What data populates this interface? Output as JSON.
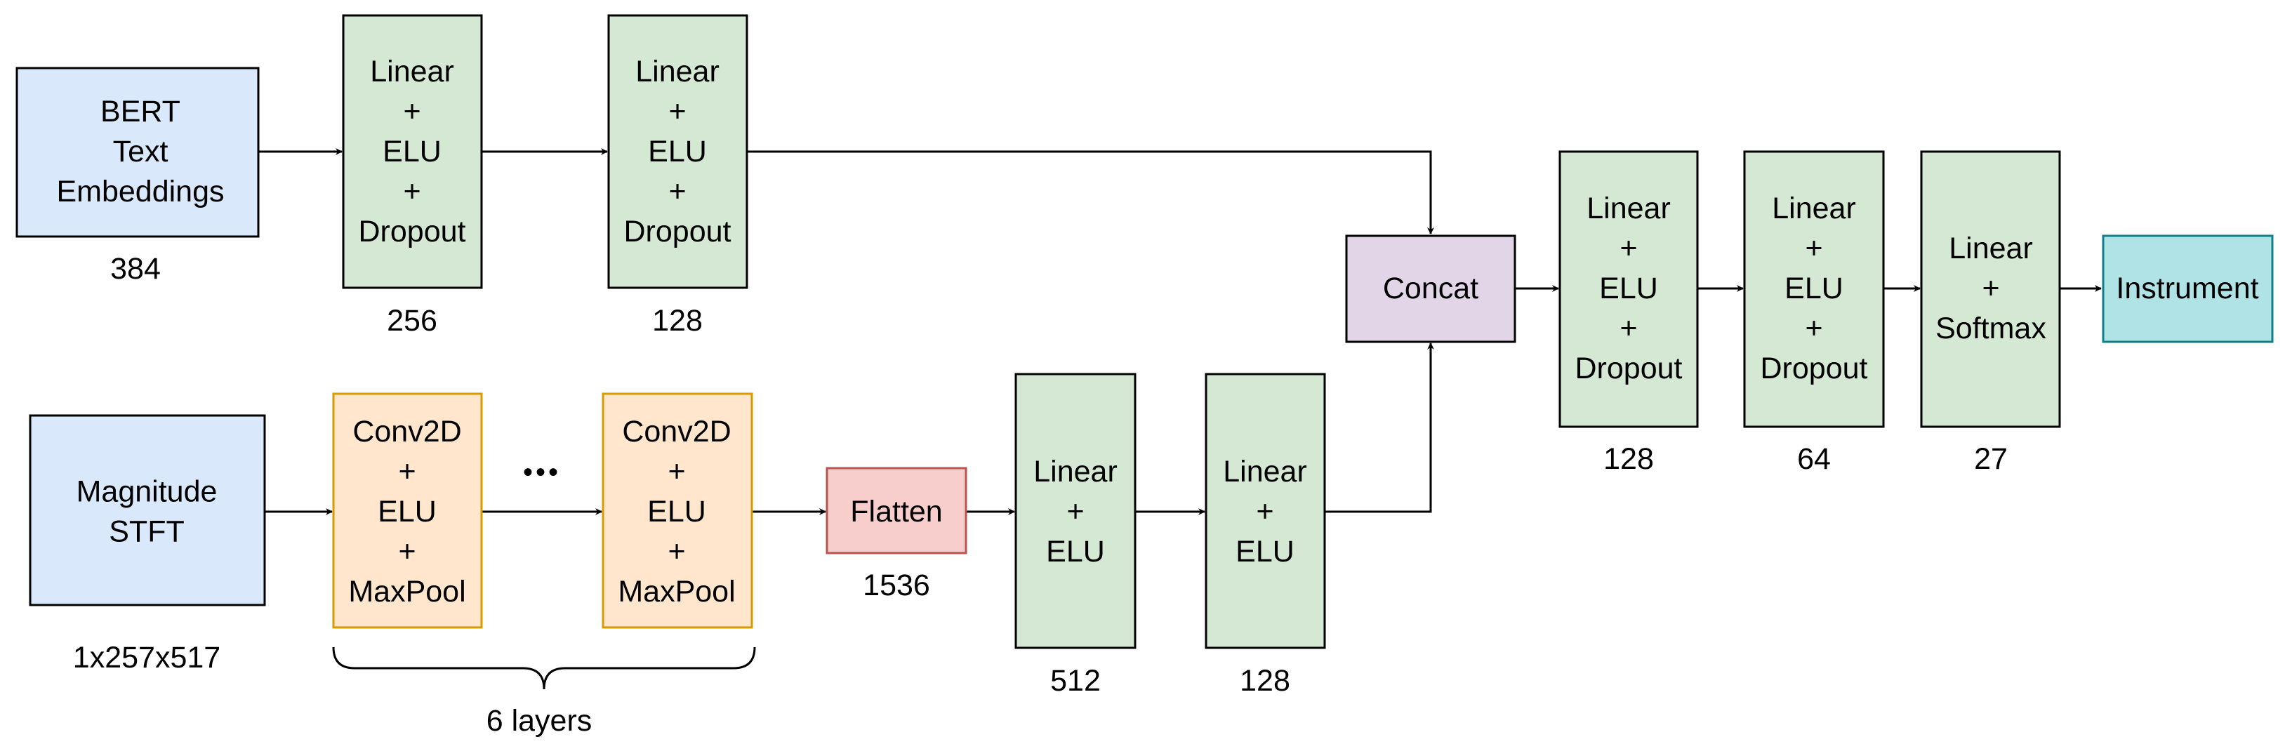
{
  "colors": {
    "input_fill": "#dae8fc",
    "input_stroke": "#000000",
    "linear_fill": "#d5e8d4",
    "linear_stroke": "#000000",
    "conv_fill": "#ffe6cc",
    "conv_stroke": "#d79b00",
    "flatten_fill": "#f8cecc",
    "flatten_stroke": "#b85450",
    "concat_fill": "#e1d5e7",
    "concat_stroke": "#000000",
    "output_fill": "#b0e3e6",
    "output_stroke": "#0e8088",
    "edge": "#000000"
  },
  "nodes": {
    "bert": {
      "lines": [
        "BERT",
        "Text",
        "Embeddings"
      ],
      "dim": "384"
    },
    "text_l1": {
      "lines": [
        "Linear",
        "+",
        "ELU",
        "+",
        "Dropout"
      ],
      "dim": "256"
    },
    "text_l2": {
      "lines": [
        "Linear",
        "+",
        "ELU",
        "+",
        "Dropout"
      ],
      "dim": "128"
    },
    "stft": {
      "lines": [
        "Magnitude",
        "STFT"
      ],
      "dim": "1x257x517"
    },
    "conv1": {
      "lines": [
        "Conv2D",
        "+",
        "ELU",
        "+",
        "MaxPool"
      ]
    },
    "conv6": {
      "lines": [
        "Conv2D",
        "+",
        "ELU",
        "+",
        "MaxPool"
      ]
    },
    "ellipsis": "•••",
    "conv_group": "6 layers",
    "flatten": {
      "lines": [
        "Flatten"
      ],
      "dim": "1536"
    },
    "audio_l1": {
      "lines": [
        "Linear",
        "+",
        "ELU"
      ],
      "dim": "512"
    },
    "audio_l2": {
      "lines": [
        "Linear",
        "+",
        "ELU"
      ],
      "dim": "128"
    },
    "concat": {
      "lines": [
        "Concat"
      ]
    },
    "head_l1": {
      "lines": [
        "Linear",
        "+",
        "ELU",
        "+",
        "Dropout"
      ],
      "dim": "128"
    },
    "head_l2": {
      "lines": [
        "Linear",
        "+",
        "ELU",
        "+",
        "Dropout"
      ],
      "dim": "64"
    },
    "head_out": {
      "lines": [
        "Linear",
        "+",
        "Softmax"
      ],
      "dim": "27"
    },
    "instrument": {
      "lines": [
        "Instrument"
      ]
    }
  }
}
